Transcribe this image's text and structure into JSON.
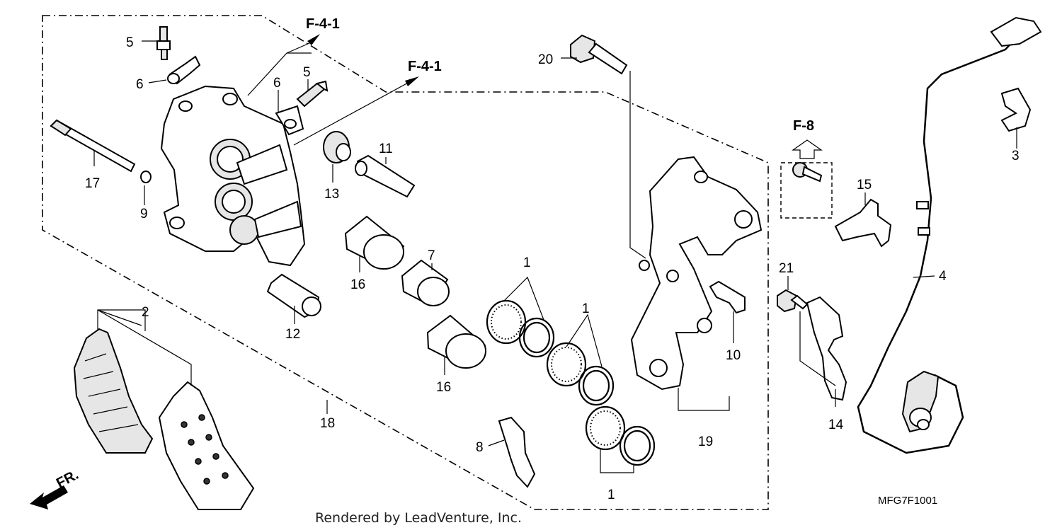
{
  "diagram": {
    "references": {
      "f41_upper": "F-4-1",
      "f41_lower": "F-4-1",
      "f8": "F-8"
    },
    "callouts": {
      "c1a": "1",
      "c1b": "1",
      "c1c": "1",
      "c2": "2",
      "c3": "3",
      "c4": "4",
      "c5a": "5",
      "c5b": "5",
      "c6a": "6",
      "c6b": "6",
      "c7": "7",
      "c8": "8",
      "c9": "9",
      "c10": "10",
      "c11": "11",
      "c12": "12",
      "c13": "13",
      "c14": "14",
      "c15": "15",
      "c16a": "16",
      "c16b": "16",
      "c17": "17",
      "c18": "18",
      "c19": "19",
      "c20": "20",
      "c21": "21"
    },
    "front_marker": "FR.",
    "diagram_code": "MFG7F1001",
    "credit": "Rendered by LeadVenture, Inc."
  }
}
